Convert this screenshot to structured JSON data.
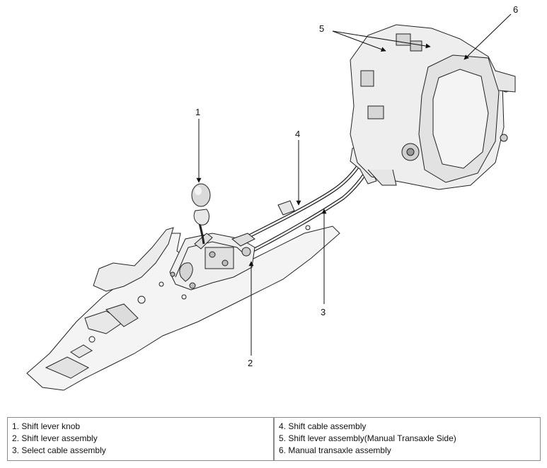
{
  "callouts": {
    "c1": "1",
    "c2": "2",
    "c3": "3",
    "c4": "4",
    "c5": "5",
    "c6": "6"
  },
  "legend": {
    "left": [
      "1. Shift lever knob",
      "2. Shift lever assembly",
      "3. Select cable assembly"
    ],
    "right": [
      "4. Shift cable assembly",
      "5. Shift lever assembly(Manual Transaxle Side)",
      "6. Manual transaxle assembly"
    ]
  }
}
